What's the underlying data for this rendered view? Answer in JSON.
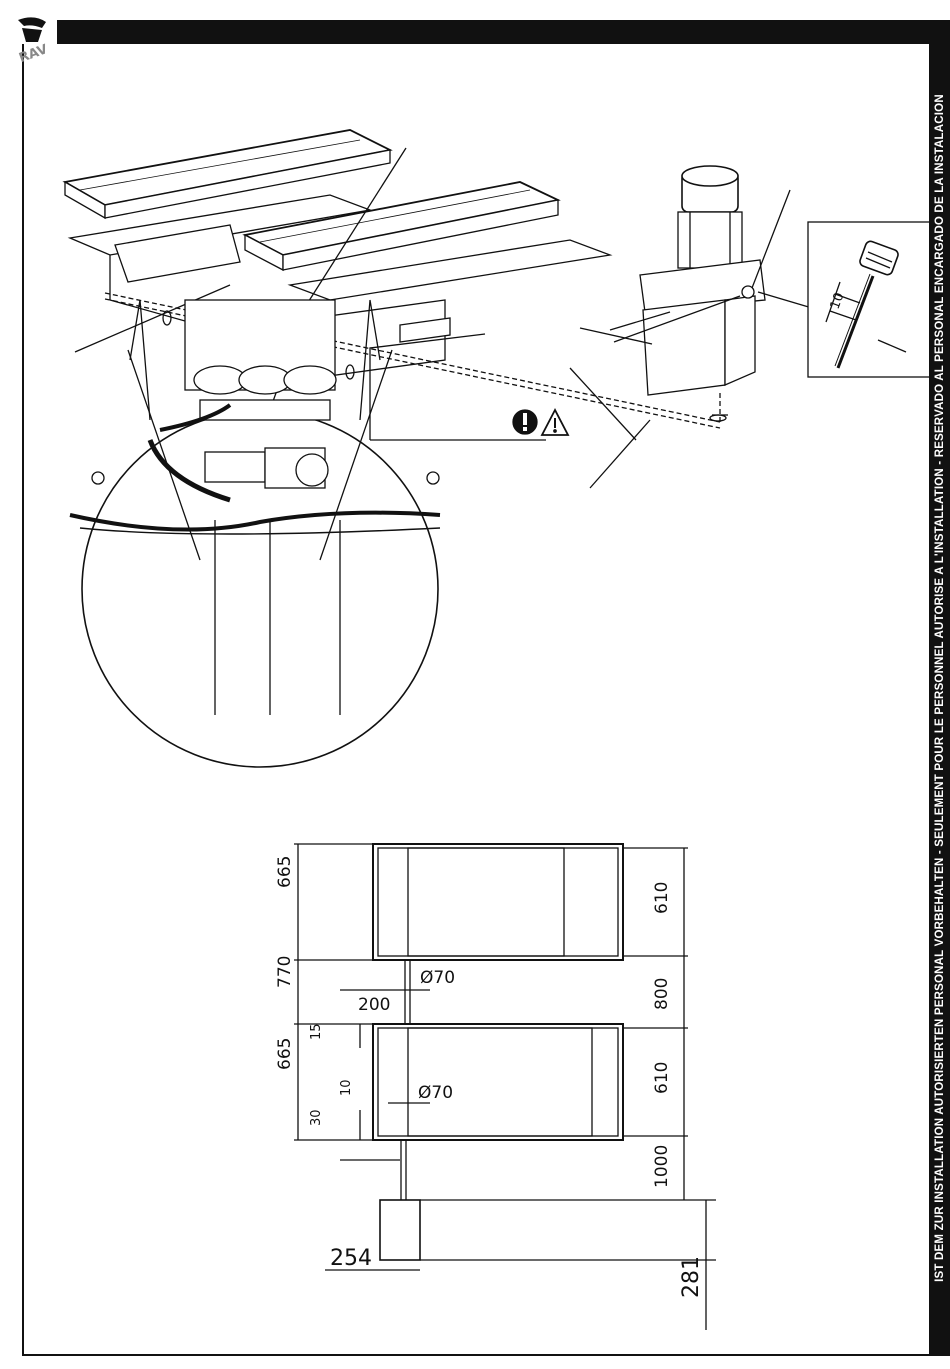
{
  "header": {
    "logo_text": "RAV",
    "side_notice": "IST DEM ZUR INSTALLATION AUTORISIERTEN PERSONAL VORBEHALTEN - SEULEMENT POUR LE PERSONNEL AUTORISE A L'INSTALLATION - RESERVADO AL PERSONAL ENCARGADO DE LA INSTALACION"
  },
  "detail": {
    "dipstick_dim": "10"
  },
  "plan": {
    "left_dims": [
      "665",
      "770",
      "665",
      "15",
      "10",
      "30"
    ],
    "right_dims": [
      "610",
      "800",
      "610",
      "1000"
    ],
    "diameter_top": "Ø70",
    "diameter_bottom": "Ø70",
    "offset_200": "200",
    "width_254": "254",
    "dim_281": "281"
  }
}
